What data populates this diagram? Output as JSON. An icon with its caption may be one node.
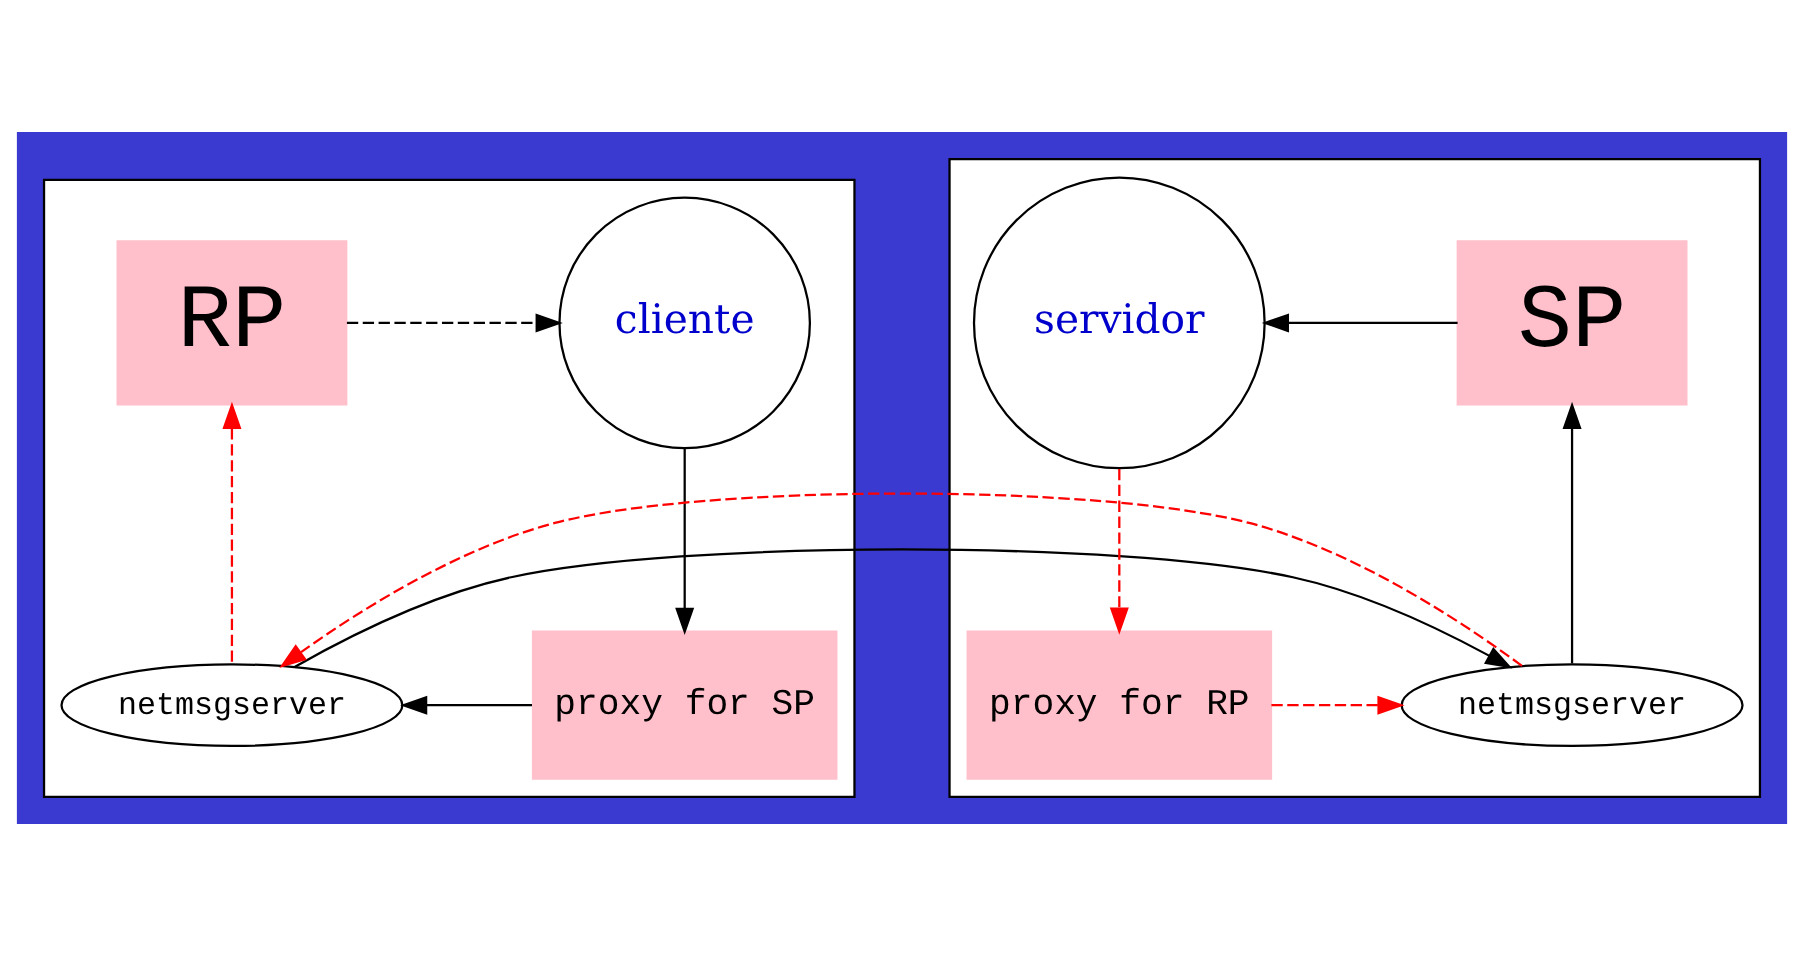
{
  "diagram": {
    "nodes": [
      {
        "text": [],
        "shape": "box"
      },
      {
        "text": [
          "cliente"
        ],
        "in": 0
      },
      {
        "text": [
          "RP"
        ],
        "in": 0
      },
      {
        "text": [
          "proxy for SP"
        ],
        "in": 0
      },
      {
        "text": [
          "netmsgserver"
        ],
        "in": 0
      },
      {
        "text": [],
        "shape": "box"
      },
      {
        "text": [
          "SP"
        ],
        "in": 5
      },
      {
        "text": [
          "servidor"
        ],
        "in": 5
      },
      {
        "text": [
          "netmsgserver"
        ],
        "in": 5
      },
      {
        "text": [
          "proxy for RP"
        ],
        "in": 5
      }
    ],
    "edges": [
      {
        "from": 2,
        "to": 1,
        "arrow": "to",
        "style": "dashed"
      },
      {
        "from": 1,
        "to": 3,
        "arrow": "to"
      },
      {
        "from": 3,
        "to": 4,
        "arrow": "to"
      },
      {
        "from": 4,
        "to": 2,
        "arrow": "to",
        "style": "dashed",
        "color": "#ff0000"
      },
      {
        "from": 4,
        "to": 8,
        "arrow": "to"
      },
      {
        "from": 8,
        "to": 4,
        "arrow": "to",
        "style": "dashed",
        "color": "#ff0000"
      },
      {
        "from": 8,
        "to": 6,
        "arrow": "to"
      },
      {
        "from": 6,
        "to": 7,
        "arrow": "to"
      },
      {
        "from": 7,
        "to": 9,
        "arrow": "to",
        "style": "dashed",
        "color": "#ff0000"
      },
      {
        "from": 9,
        "to": 8,
        "arrow": "to",
        "style": "dashed",
        "color": "#ff0000"
      }
    ]
  }
}
